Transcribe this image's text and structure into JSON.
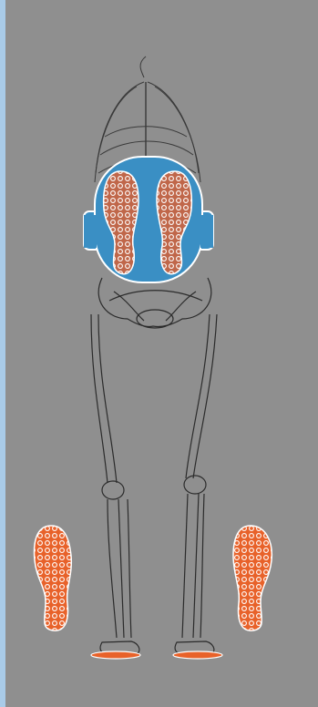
{
  "image": {
    "background_color": "#8f8f8f",
    "left_stripe_color": "#a9cbe8",
    "accent_blue": "#3a8fc4",
    "sole_fill": "#c0674a",
    "orange_sole_fill": "#e8622a",
    "outline_color": "#ffffff",
    "skeleton_color": "#2b2b2b",
    "elements": [
      "skeleton-illustration",
      "blue-seat-cushion",
      "left-foot-sole",
      "right-foot-sole",
      "left-shoe-sole",
      "right-shoe-sole"
    ]
  }
}
